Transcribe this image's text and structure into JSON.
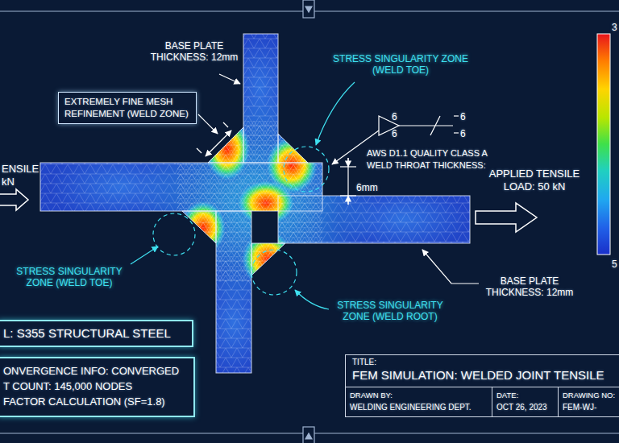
{
  "diagram": {
    "nodes": [
      {
        "text": [
          "EXTREMELY FINE MESH REFINEMENT (WELD ZONE)"
        ]
      },
      {
        "text": [
          "L: S355 STRUCTURAL STEEL"
        ]
      },
      {
        "text": [
          "ONVERGENCE INFO: CONVERGED",
          "T COUNT: 145,000 NODES",
          "FACTOR CALCULATION (SF=1.8)"
        ]
      },
      {
        "text": [
          "TITLE:",
          "FEM SIMULATION: WELDED JOINT TENSILE"
        ]
      },
      {
        "text": [
          "DRAWN BY:",
          "WELDING ENGINEERING DEPT."
        ]
      },
      {
        "text": [
          "DATE:",
          "OCT 26, 2023"
        ]
      },
      {
        "text": [
          "DRAWING NO:",
          "FEM-WJ-"
        ]
      }
    ],
    "labels": [
      "BASE PLATE THICKNESS: 12mm",
      "STRESS SINGULARITY ZONE (WELD TOE)",
      "6",
      "6",
      "6",
      "6",
      "AWS D1.1 QUALITY CLASS A",
      "WELD THROAT THICKNESS:",
      "6mm",
      "APPLIED TENSILE LOAD: 50 kN",
      "ENSILE",
      "kN",
      "STRESS SINGULARITY ZONE (WELD TOE)",
      "STRESS SINGULARITY ZONE (WELD ROOT)",
      "BASE PLATE THICKNESS: 12mm",
      "3",
      "5"
    ]
  }
}
